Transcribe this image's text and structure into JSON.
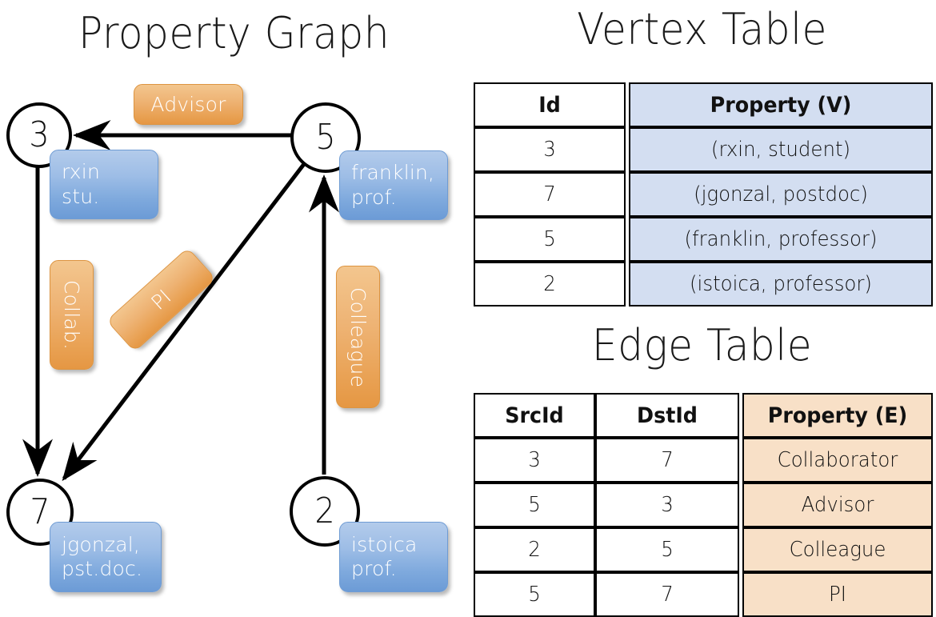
{
  "titles": {
    "graph": "Property Graph",
    "vertex_table": "Vertex Table",
    "edge_table": "Edge Table"
  },
  "graph": {
    "nodes": [
      {
        "id": "3",
        "property_label": "rxin\nstu."
      },
      {
        "id": "5",
        "property_label": "franklin,\nprof."
      },
      {
        "id": "7",
        "property_label": "jgonzal,\npst.doc."
      },
      {
        "id": "2",
        "property_label": "istoica\nprof."
      }
    ],
    "node_labels": {
      "n3_line1": "rxin",
      "n3_line2": "stu.",
      "n5_line1": "franklin,",
      "n5_line2": "prof.",
      "n7_line1": "jgonzal,",
      "n7_line2": "pst.doc.",
      "n2_line1": "istoica",
      "n2_line2": "prof."
    },
    "node_ids": {
      "n3": "3",
      "n5": "5",
      "n7": "7",
      "n2": "2"
    },
    "edge_labels": {
      "advisor": "Advisor",
      "collab": "Collab.",
      "pi": "PI",
      "colleague": "Colleague"
    },
    "edges": [
      {
        "from": "5",
        "to": "3",
        "label": "Advisor"
      },
      {
        "from": "3",
        "to": "7",
        "label": "Collab."
      },
      {
        "from": "5",
        "to": "7",
        "label": "PI"
      },
      {
        "from": "2",
        "to": "5",
        "label": "Colleague"
      }
    ]
  },
  "vertex_table": {
    "headers": [
      "Id",
      "Property (V)"
    ],
    "rows": [
      {
        "id": "3",
        "property": "(rxin, student)"
      },
      {
        "id": "7",
        "property": "(jgonzal, postdoc)"
      },
      {
        "id": "5",
        "property": "(franklin, professor)"
      },
      {
        "id": "2",
        "property": "(istoica, professor)"
      }
    ]
  },
  "edge_table": {
    "headers": [
      "SrcId",
      "DstId",
      "Property (E)"
    ],
    "rows": [
      {
        "src": "3",
        "dst": "7",
        "property": "Collaborator"
      },
      {
        "src": "5",
        "dst": "3",
        "property": "Advisor"
      },
      {
        "src": "2",
        "dst": "5",
        "property": "Colleague"
      },
      {
        "src": "5",
        "dst": "7",
        "property": "PI"
      }
    ]
  },
  "colors": {
    "vertex_property_fill": "#d3def1",
    "edge_property_fill": "#f8e0c7",
    "vertex_box_blue": "#7ea9dd",
    "edge_box_orange": "#e9a255",
    "stroke_black": "#000000"
  }
}
